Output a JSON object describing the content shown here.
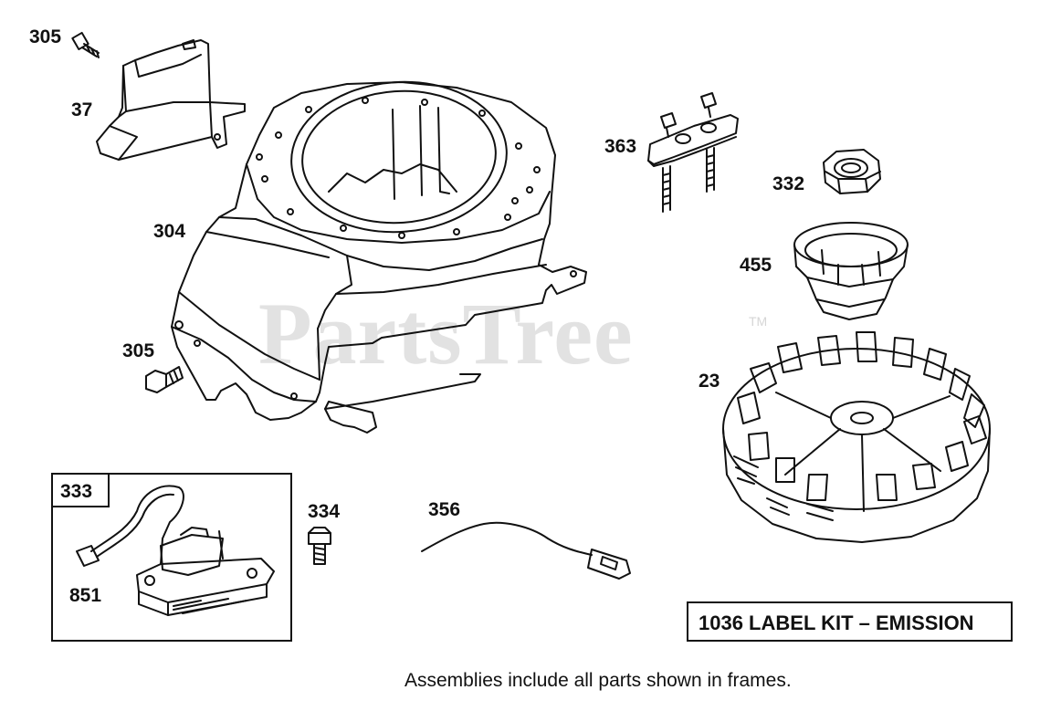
{
  "watermark": {
    "brand": "PartsTree",
    "trademark": "TM"
  },
  "parts": {
    "p305a": "305",
    "p37": "37",
    "p304": "304",
    "p305b": "305",
    "p363": "363",
    "p332": "332",
    "p455": "455",
    "p23": "23",
    "p333": "333",
    "p851": "851",
    "p334": "334",
    "p356": "356"
  },
  "label_kit": "1036 LABEL KIT – EMISSION",
  "footnote": "Assemblies include all parts shown in frames."
}
